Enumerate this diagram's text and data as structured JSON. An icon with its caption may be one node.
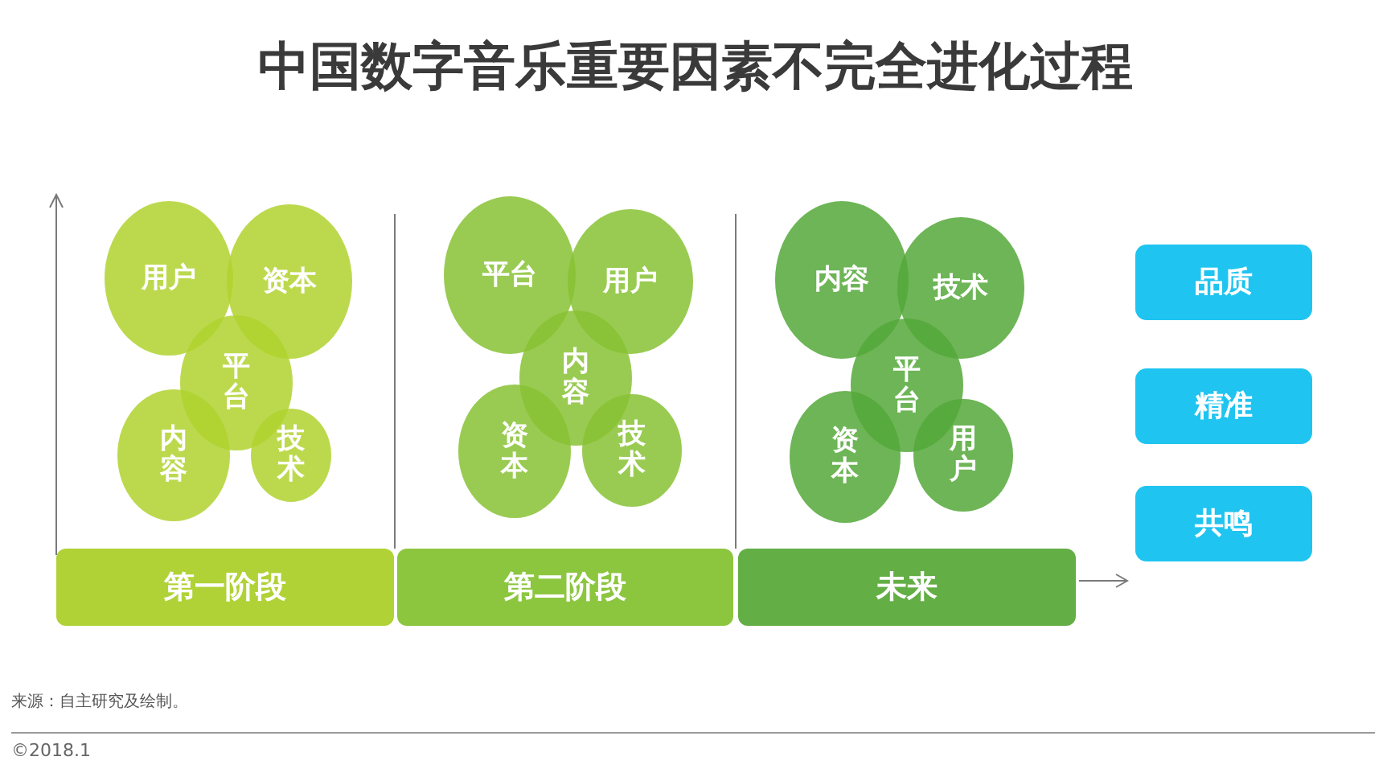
{
  "diagram": {
    "title": "中国数字音乐重要因素不完全进化过程",
    "nodes": [
      {
        "text": [
          "用户"
        ]
      },
      {
        "text": [
          "资本"
        ]
      },
      {
        "text": [
          "平台"
        ]
      },
      {
        "text": [
          "内容"
        ]
      },
      {
        "text": [
          "技术"
        ]
      },
      {
        "text": [
          "第一阶段"
        ]
      },
      {
        "text": [
          "平台"
        ]
      },
      {
        "text": [
          "用户"
        ]
      },
      {
        "text": [
          "内容"
        ]
      },
      {
        "text": [
          "资本"
        ]
      },
      {
        "text": [
          "技术"
        ]
      },
      {
        "text": [
          "第二阶段"
        ]
      },
      {
        "text": [
          "内容"
        ]
      },
      {
        "text": [
          "技术"
        ]
      },
      {
        "text": [
          "平台"
        ]
      },
      {
        "text": [
          "资本"
        ]
      },
      {
        "text": [
          "用户"
        ]
      },
      {
        "text": [
          "未来"
        ]
      },
      {
        "text": [
          "品质"
        ]
      },
      {
        "text": [
          "精准"
        ]
      },
      {
        "text": [
          "共鸣"
        ]
      }
    ],
    "labels": [
      "来源：自主研究及绘制。",
      "©2018.1"
    ]
  }
}
